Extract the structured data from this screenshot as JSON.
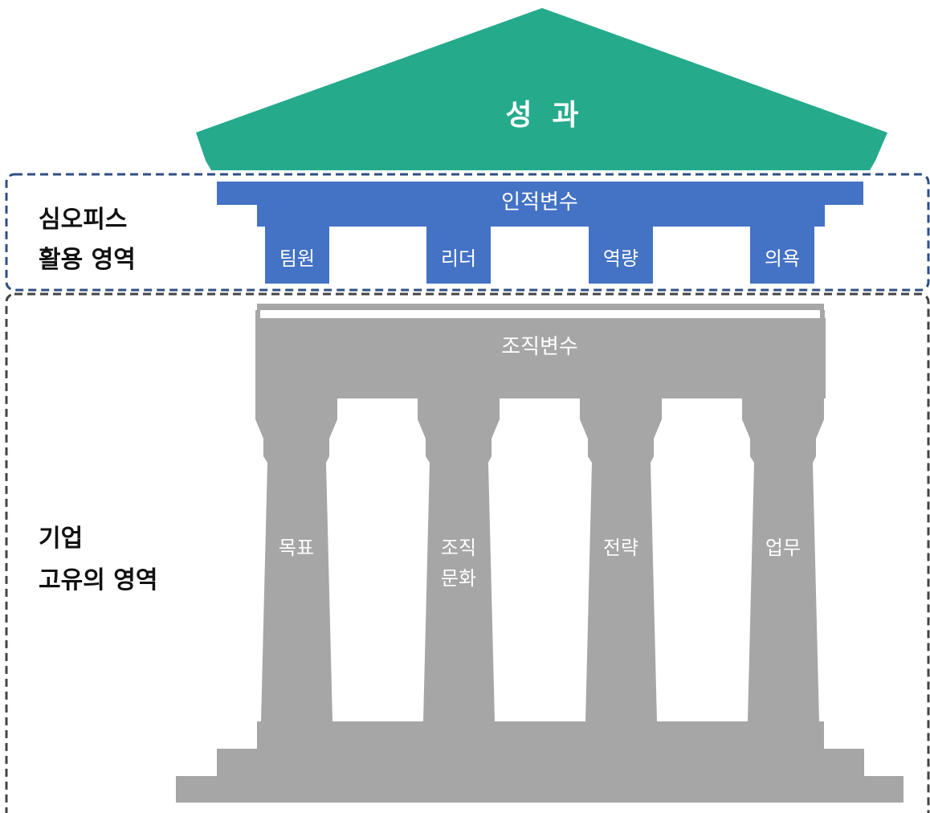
{
  "colors": {
    "roof": "#25ab8c",
    "personal": "#4472c4",
    "organization": "#a6a6a6",
    "personal_border": "#2f4f82",
    "organization_border": "#444444"
  },
  "roof": {
    "label": "성  과"
  },
  "personal": {
    "title": "인적변수",
    "pillars": [
      "팀원",
      "리더",
      "역량",
      "의욕"
    ],
    "area_label": {
      "line1": "심오피스",
      "line2": "활용 영역"
    }
  },
  "organization": {
    "title": "조직변수",
    "pillars": [
      {
        "line1": "목표",
        "line2": ""
      },
      {
        "line1": "조직",
        "line2": "문화"
      },
      {
        "line1": "전략",
        "line2": ""
      },
      {
        "line1": "업무",
        "line2": ""
      }
    ],
    "area_label": {
      "line1": "기업",
      "line2": "고유의 영역"
    }
  }
}
